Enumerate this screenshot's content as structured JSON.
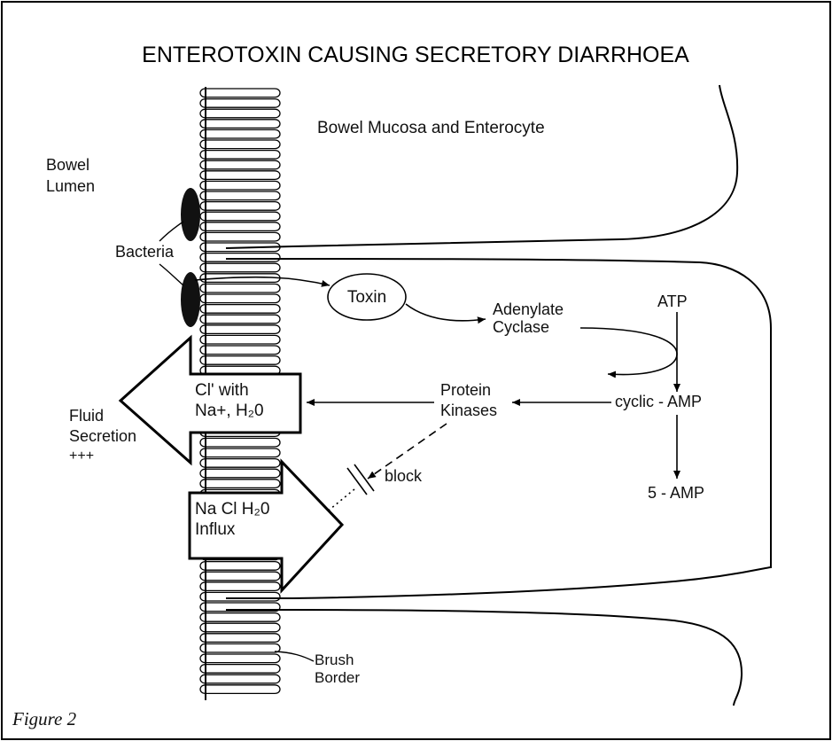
{
  "figure": {
    "title": "ENTEROTOXIN CAUSING SECRETORY DIARRHOEA",
    "caption": "Figure 2",
    "region_label": "Bowel Mucosa and Enterocyte",
    "lumen_label": [
      "Bowel",
      "Lumen"
    ],
    "bacteria_label": "Bacteria",
    "toxin_label": "Toxin",
    "adenylate_label": [
      "Adenylate",
      "Cyclase"
    ],
    "atp_label": "ATP",
    "camp_label": "cyclic - AMP",
    "amp5_label": "5 - AMP",
    "kinase_label": [
      "Protein",
      "Kinases"
    ],
    "secretion_arrow_label": [
      "Cl' with",
      "Na+, H₂0"
    ],
    "fluid_label": [
      "Fluid",
      "Secretion",
      "+++"
    ],
    "influx_arrow_label": [
      "Na Cl H₂0",
      "Influx"
    ],
    "block_label": "block",
    "brush_label": [
      "Brush",
      "Border"
    ]
  },
  "colors": {
    "line": "#000000",
    "bacteria": "#111111",
    "background": "#ffffff"
  }
}
